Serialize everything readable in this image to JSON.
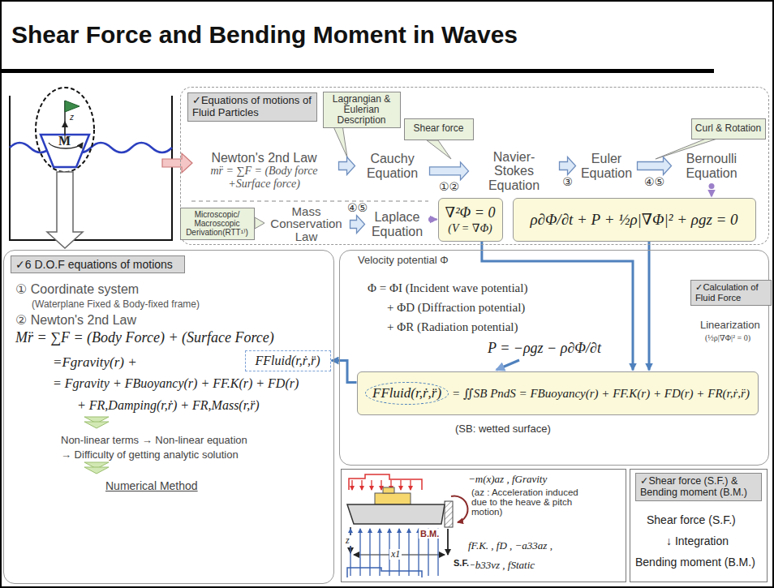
{
  "diagram": {
    "title": "Shear Force and Bending Moment in Waves",
    "nodes": [
      {
        "text": [
          "✓Equations of motions of Fluid Particles"
        ]
      },
      {
        "text": [
          "Lagrangian & Eulerian Description"
        ],
        "in": 0
      },
      {
        "text": [
          "Shear force"
        ],
        "in": 0
      },
      {
        "text": [
          "Curl & Rotation"
        ],
        "in": 0
      },
      {
        "text": [
          "Newton's 2nd Law",
          "mr̈ = ∑F = (Body force +Surface force)"
        ],
        "in": 0
      },
      {
        "text": [
          "Cauchy Equation"
        ],
        "in": 0
      },
      {
        "text": [
          "Navier-Stokes Equation"
        ],
        "in": 0
      },
      {
        "text": [
          "Euler Equation"
        ],
        "in": 0
      },
      {
        "text": [
          "Bernoulli Equation"
        ],
        "in": 0
      },
      {
        "text": [
          "Microscopic/ Macroscopic Derivation(RTT¹⁾)"
        ],
        "in": 0
      },
      {
        "text": [
          "Mass Conservation Law"
        ],
        "in": 0
      },
      {
        "text": [
          "Laplace Equation"
        ],
        "in": 0
      },
      {
        "text": [
          "∇²Φ = 0",
          "(V = ∇Φ)"
        ],
        "in": 0
      },
      {
        "text": [
          "ρ∂Φ/∂t + P + ½ρ|∇Φ|² + ρgz = 0"
        ],
        "in": 0
      },
      {
        "text": [
          "✓6 D.O.F equations of motions",
          "① Coordinate system",
          "(Waterplane Fixed & Body-fixed frame)",
          "② Newton's 2nd Law",
          "Mr̈ = ∑F = (Body Force) + (Surface Force)",
          "=Fgravity(r) +",
          "= Fgravity + FBuoyancy(r) + FF.K(r) + FD(r)",
          "+ FR,Damping(r,ṙ) + FR,Mass(r,r̈)",
          "Non-linear terms → Non-linear equation",
          "→ Difficulty of getting analytic solution",
          "Numerical Method"
        ]
      },
      {
        "text": [
          "FFluid(r,ṙ,r̈)"
        ],
        "in": 14
      },
      {
        "text": [
          "✓Calculation of Fluid Force",
          "Velocity potential Φ",
          "Φ = ΦI (Incident wave potential)",
          "+ ΦD (Diffraction potential)",
          "+ ΦR (Radiation potential)",
          "Linearization",
          "(½ρ|∇Φ|² = 0)",
          "P = −ρgz − ρ∂Φ/∂t",
          "(SB: wetted surface)"
        ]
      },
      {
        "text": [
          "FFluid(r,ṙ,r̈)",
          "= ∬SB PndS = FBuoyancy(r) + FF.K(r) + FD(r) + FR(r,ṙ,r̈)"
        ],
        "in": 16
      },
      {
        "text": [
          "−m(x)az , fGravity",
          "(az : Acceleration induced due to the heave & pitch motion)",
          "fF.K. , fD , −a33az ,",
          "−b33vz , fStatic"
        ]
      },
      {
        "text": [
          "✓Shear force (S.F.) & Bending moment (B.M.)",
          "Shear force (S.F.)",
          "↓ Integration",
          "Bending moment (B.M.)"
        ]
      }
    ],
    "edges": [
      {
        "from": 4,
        "to": 5,
        "arrow": "to"
      },
      {
        "from": 5,
        "to": 6,
        "arrow": "to",
        "label": "①②"
      },
      {
        "from": 6,
        "to": 7,
        "arrow": "to",
        "label": "③"
      },
      {
        "from": 7,
        "to": 8,
        "arrow": "to",
        "label": "④⑤"
      },
      {
        "from": 10,
        "to": 11,
        "arrow": "to",
        "label": "④⑤"
      },
      {
        "from": 11,
        "to": 12,
        "arrow": "to"
      },
      {
        "from": 8,
        "to": 13,
        "arrow": "to"
      },
      {
        "from": 12,
        "to": 17,
        "arrow": "to"
      },
      {
        "from": 13,
        "to": 17,
        "arrow": "to"
      },
      {
        "from": 17,
        "to": 15,
        "arrow": "to"
      }
    ],
    "labels": [
      "M",
      "z",
      "B.M.",
      "S.F.",
      "x1",
      "z"
    ]
  }
}
